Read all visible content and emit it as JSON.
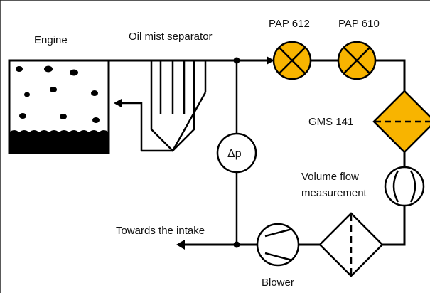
{
  "colors": {
    "line": "#000000",
    "pump_fill": "#f8b400",
    "sensor_fill": "#ffffff",
    "engine_fill": "#ffffff",
    "oil_fill": "#000000"
  },
  "labels": {
    "engine": "Engine",
    "separator": "Oil mist separator",
    "pap612": "PAP 612",
    "pap610": "PAP 610",
    "gms141": "GMS 141",
    "volume_flow_line1": "Volume flow",
    "volume_flow_line2": "measurement",
    "delta_p": "Δp",
    "intake": "Towards the intake",
    "blower": "Blower"
  },
  "icons": {
    "pump": "cross-circle-pump",
    "filter_gms": "diamond-filter",
    "flow_meter": "flow-meter-circle",
    "blower": "blower-pump",
    "filter_plain": "diamond-filter-dashed",
    "pressure_sensor": "delta-p-gauge"
  }
}
